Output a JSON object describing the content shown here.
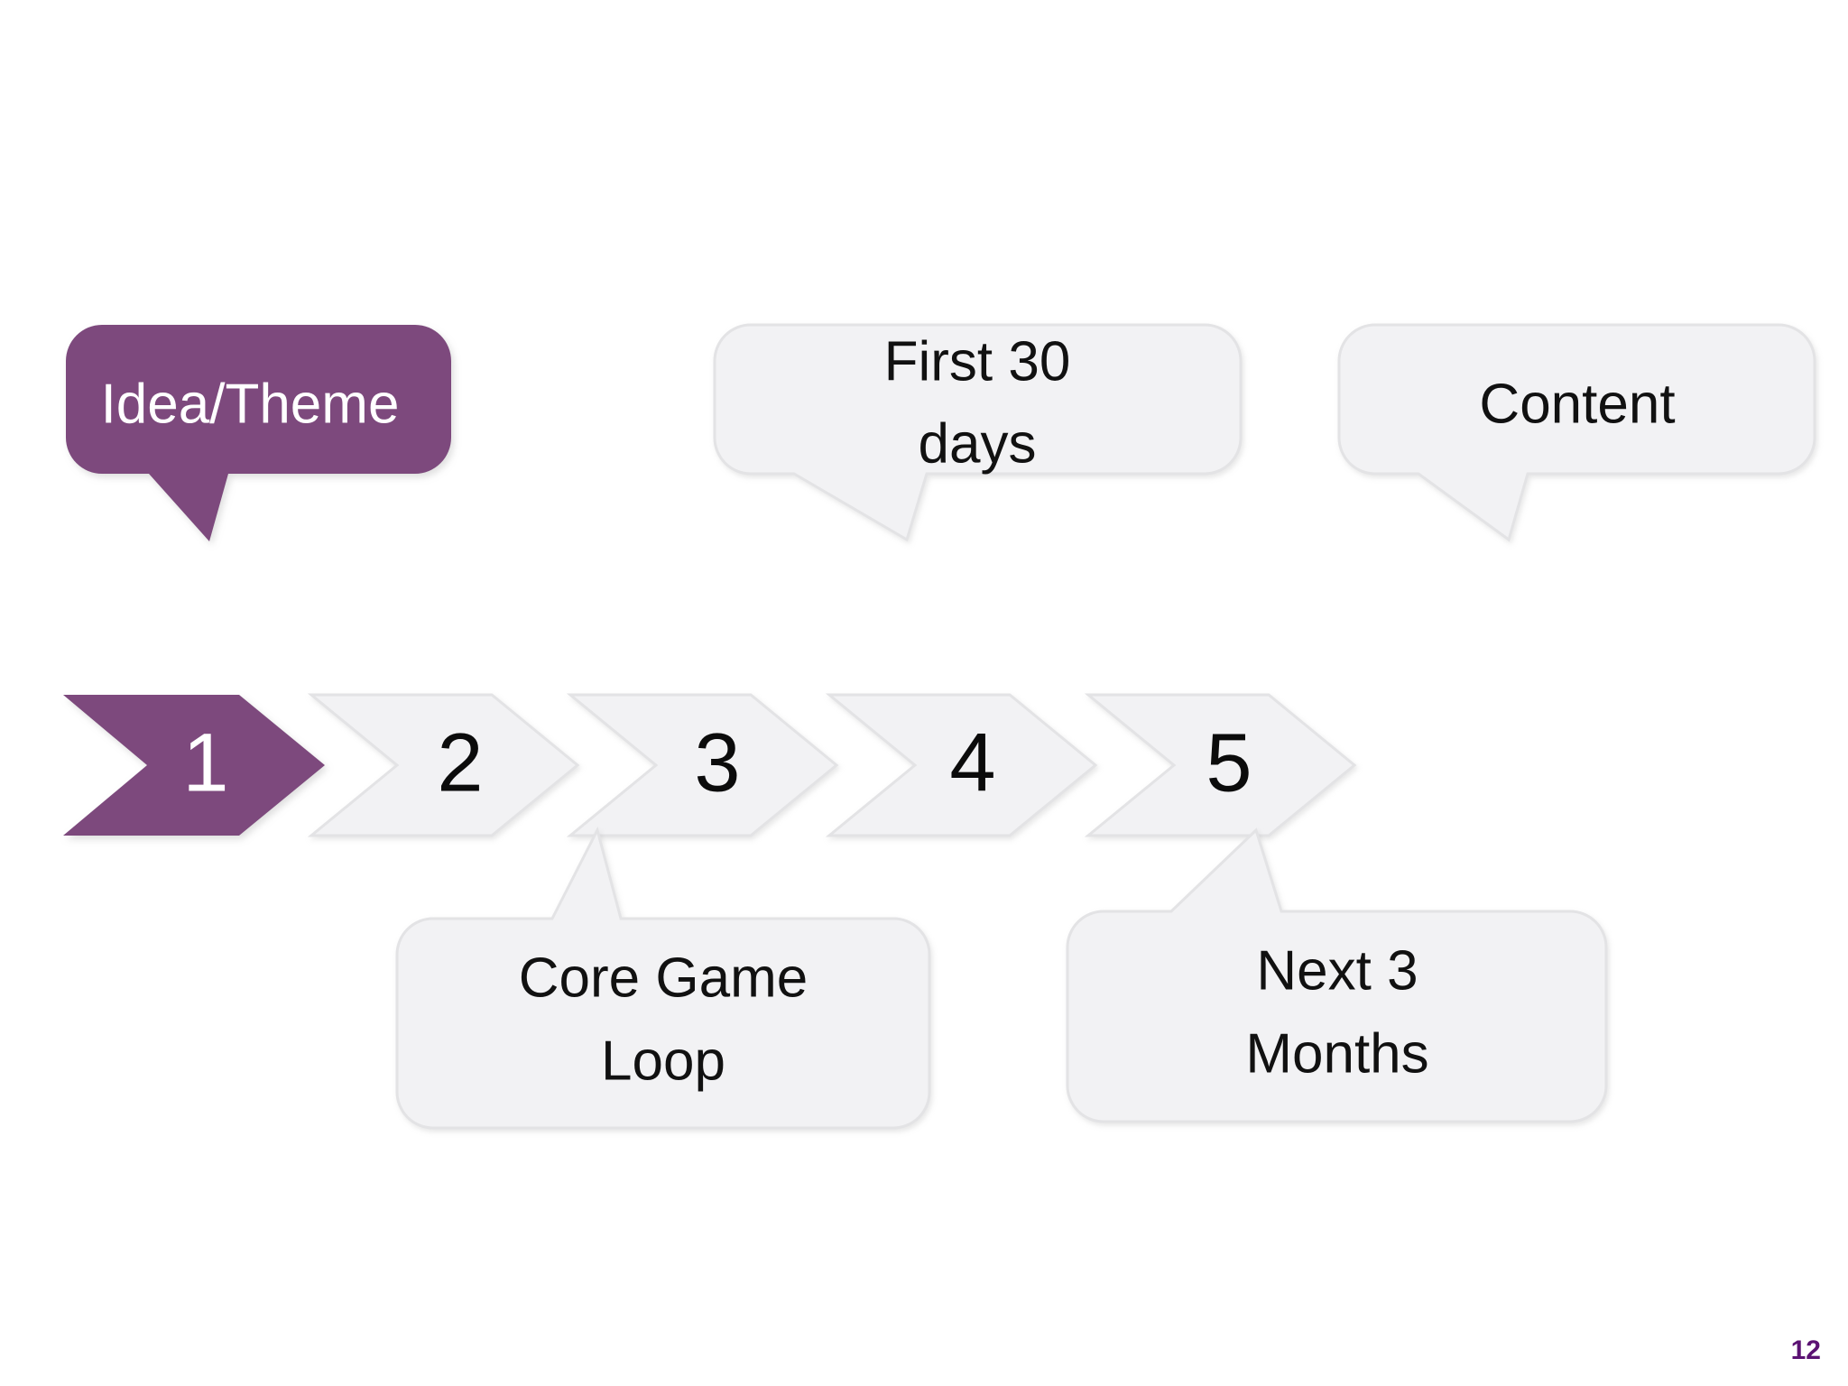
{
  "slide": {
    "background_color": "#ffffff",
    "page_number": "12",
    "page_number_color": "#5b1273"
  },
  "theme": {
    "accent_purple": "#7d4a7d",
    "accent_purple_dark": "#6f3f6f",
    "chevron_fill": "#f2f2f4",
    "chevron_stroke": "#e3e3e5",
    "callout_fill": "#f2f2f4",
    "callout_stroke": "#e3e3e5",
    "text_dark": "#0b0b0b",
    "text_light": "#ffffff"
  },
  "process": {
    "steps": [
      {
        "number": "1",
        "label": "Idea/Theme",
        "highlighted": true,
        "callout_position": "above",
        "fill": "#7d4a7d",
        "text_color": "#ffffff"
      },
      {
        "number": "2",
        "label": "Core Game Loop",
        "label_lines": [
          "Core Game",
          "Loop"
        ],
        "highlighted": false,
        "callout_position": "below",
        "fill": "#f2f2f4",
        "text_color": "#0b0b0b"
      },
      {
        "number": "3",
        "label": "First 30 days",
        "label_lines": [
          "First 30",
          "days"
        ],
        "highlighted": false,
        "callout_position": "above",
        "fill": "#f2f2f4",
        "text_color": "#0b0b0b"
      },
      {
        "number": "4",
        "label": "Next 3 Months",
        "label_lines": [
          "Next 3",
          "Months"
        ],
        "highlighted": false,
        "callout_position": "below",
        "fill": "#f2f2f4",
        "text_color": "#0b0b0b"
      },
      {
        "number": "5",
        "label": "Content",
        "label_lines": [
          "Content"
        ],
        "highlighted": false,
        "callout_position": "above",
        "fill": "#f2f2f4",
        "text_color": "#0b0b0b"
      }
    ]
  }
}
